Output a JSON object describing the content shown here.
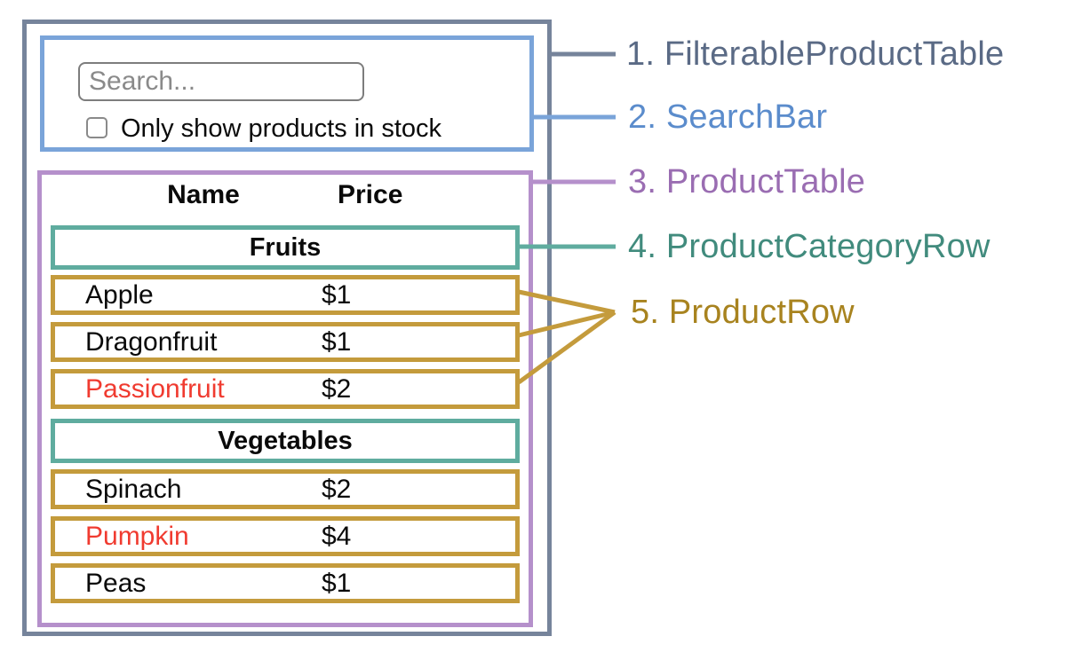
{
  "colors": {
    "outer_border": "#76849B",
    "searchbar_border": "#7AA4D9",
    "product_table_border": "#B590CB",
    "category_border": "#5FAC9F",
    "product_row_border": "#C49B3C",
    "out_of_stock_text": "#F03B30",
    "default_text": "#0A0A0A"
  },
  "search_bar": {
    "placeholder": "Search...",
    "checkbox_label": "Only show products in stock",
    "checkbox_checked": false
  },
  "table": {
    "columns": [
      "Name",
      "Price"
    ],
    "sections": [
      {
        "category": "Fruits",
        "rows": [
          {
            "name": "Apple",
            "price": "$1",
            "name_color": "#0A0A0A"
          },
          {
            "name": "Dragonfruit",
            "price": "$1",
            "name_color": "#0A0A0A"
          },
          {
            "name": "Passionfruit",
            "price": "$2",
            "name_color": "#F03B30"
          }
        ]
      },
      {
        "category": "Vegetables",
        "rows": [
          {
            "name": "Spinach",
            "price": "$2",
            "name_color": "#0A0A0A"
          },
          {
            "name": "Pumpkin",
            "price": "$4",
            "name_color": "#F03B30"
          },
          {
            "name": "Peas",
            "price": "$1",
            "name_color": "#0A0A0A"
          }
        ]
      }
    ]
  },
  "legend": {
    "items": [
      {
        "label": "1. FilterableProductTable",
        "color": "#5A6A85"
      },
      {
        "label": "2. SearchBar",
        "color": "#5B8CCC"
      },
      {
        "label": "3. ProductTable",
        "color": "#9A6DB2"
      },
      {
        "label": "4. ProductCategoryRow",
        "color": "#418B7D"
      },
      {
        "label": "5. ProductRow",
        "color": "#A8831F"
      }
    ]
  }
}
